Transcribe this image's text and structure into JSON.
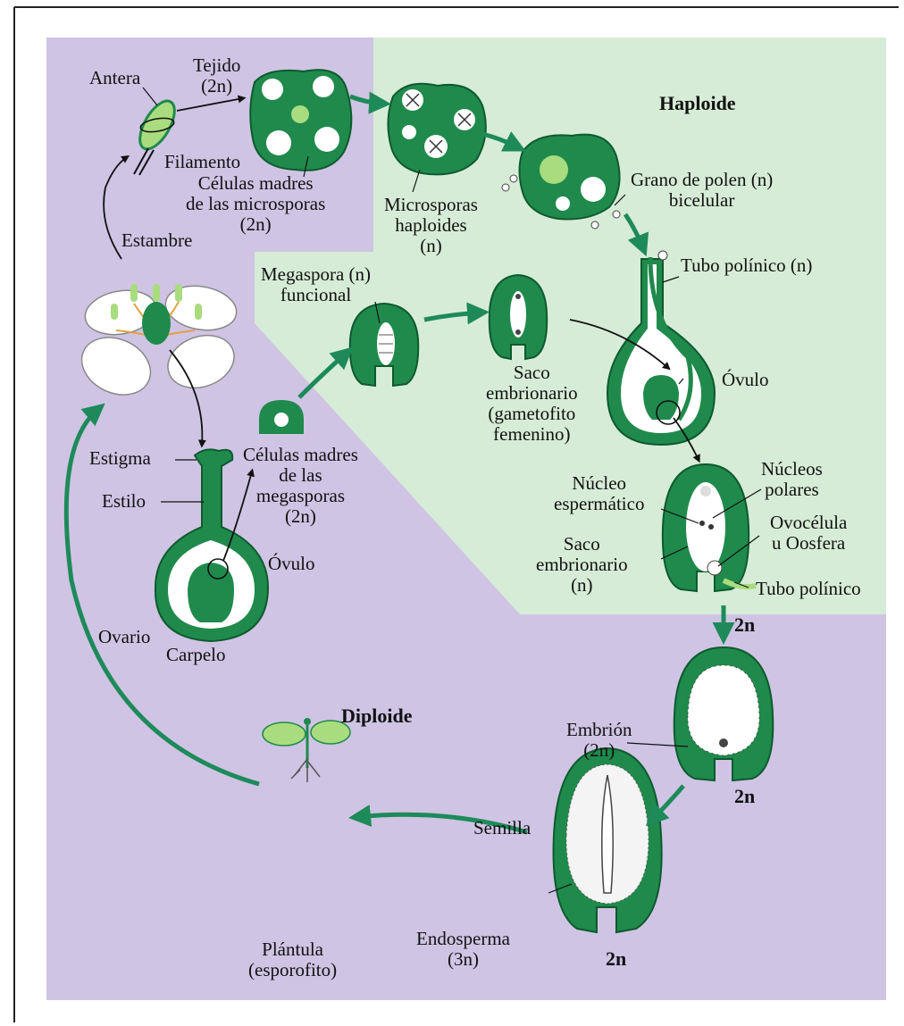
{
  "colors": {
    "diploid_bg": "#cfc4e4",
    "haploid_bg": "#d6ecd6",
    "dark_green": "#1f8a4c",
    "light_green": "#a8dc7e",
    "arrow": "#1e8a5a",
    "frame": "#222222"
  },
  "labels": {
    "haploide": "Haploide",
    "diploide": "Diploide",
    "antera": "Antera",
    "tejido": "Tejido\n(2n)",
    "filamento": "Filamento",
    "celulas_microsporas": "Células madres\nde las microsporas\n(2n)",
    "estambre": "Estambre",
    "microsporas_haploides": "Microsporas\nhaploides\n(n)",
    "grano_polen": "Grano de polen (n)\nbicelular",
    "tubo_polinico_n": "Tubo polínico (n)",
    "megaspora": "Megaspora (n)\nfuncional",
    "saco_gametofito": "Saco\nembrionario\n(gametofito\nfemenino)",
    "ovulo_right": "Óvulo",
    "estigma": "Estigma",
    "estilo": "Estilo",
    "celulas_megasporas": "Células madres\nde las\nmegasporas\n(2n)",
    "ovulo_left": "Óvulo",
    "ovario": "Ovario",
    "carpelo": "Carpelo",
    "nucleo_espermatico": "Núcleo\nespermático",
    "nucleos_polares": "Núcleos\npolares",
    "ovocelula": "Ovocélula\nu Oosfera",
    "saco_n": "Saco\nembrionario\n(n)",
    "tubo_polinico": "Tubo polínico",
    "two_n_a": "2n",
    "embrion": "Embrión\n(2n)",
    "two_n_b": "2n",
    "semilla": "Semilla",
    "endosperma": "Endosperma\n(3n)",
    "two_n_c": "2n",
    "plantula": "Plántula\n(esporofito)"
  }
}
